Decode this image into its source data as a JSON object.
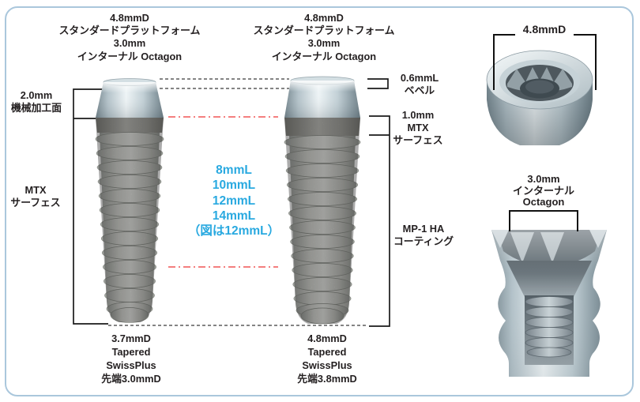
{
  "diagram": {
    "implants": [
      {
        "platform_label": [
          "4.8mmD",
          "スタンダードプラットフォーム",
          "3.0mm",
          "インターナル Octagon"
        ],
        "size_label": [
          "3.7mmD",
          "Tapered",
          "SwissPlus",
          "先端3.0mmD"
        ]
      },
      {
        "platform_label": [
          "4.8mmD",
          "スタンダードプラットフォーム",
          "3.0mm",
          "インターナル Octagon"
        ],
        "size_label": [
          "4.8mmD",
          "Tapered",
          "SwissPlus",
          "先端3.8mmD"
        ]
      }
    ],
    "lengths_label": [
      "8mmL",
      "10mmL",
      "12mmL",
      "14mmL",
      "（図は12mmL）"
    ],
    "annotations": {
      "machined_collar": [
        "2.0mm",
        "機械加工面"
      ],
      "mtx_surface_left": [
        "MTX",
        "サーフェス"
      ],
      "bevel": [
        "0.6mmL",
        "ベベル"
      ],
      "mtx_surface_right": [
        "1.0mm",
        "MTX",
        "サーフェス"
      ],
      "ha_coating": [
        "MP-1 HA",
        "コーティング"
      ]
    }
  },
  "detail_panel": {
    "platform_diameter": "4.8mmD",
    "octagon_label": [
      "3.0mm",
      "インターナル",
      "Octagon"
    ]
  },
  "colors": {
    "accent_cyan": "#29a9e0",
    "guide_red": "#f26d6d",
    "guide_black": "#3a3a3a",
    "border_blue": "#aac7dc",
    "text": "#231f20"
  }
}
